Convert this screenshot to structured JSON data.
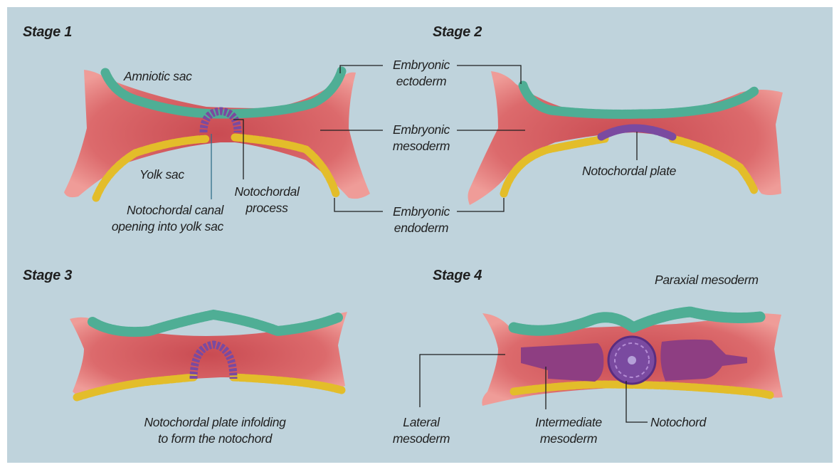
{
  "stages": [
    "Stage 1",
    "Stage 2",
    "Stage 3",
    "Stage 4"
  ],
  "labels": {
    "amniotic_sac": "Amniotic sac",
    "yolk_sac": "Yolk sac",
    "ectoderm": [
      "Embryonic",
      "ectoderm"
    ],
    "mesoderm": [
      "Embryonic",
      "mesoderm"
    ],
    "endoderm": [
      "Embryonic",
      "endoderm"
    ],
    "notochordal_canal": [
      "Notochordal canal",
      "opening into yolk sac"
    ],
    "notochordal_process": [
      "Notochordal",
      "process"
    ],
    "notochordal_plate": "Notochordal plate",
    "infolding": [
      "Notochordal plate infolding",
      "to form the notochord"
    ],
    "paraxial_mesoderm": "Paraxial mesoderm",
    "lateral_mesoderm": [
      "Lateral",
      "mesoderm"
    ],
    "intermediate_mesoderm": [
      "Intermediate",
      "mesoderm"
    ],
    "notochord": "Notochord"
  },
  "colors": {
    "background": "#bfd3dc",
    "ectoderm": "#4fae95",
    "mesoderm": "#dc6a6c",
    "endoderm": "#e3bd2a",
    "notochordal": "#7a4aa0"
  }
}
